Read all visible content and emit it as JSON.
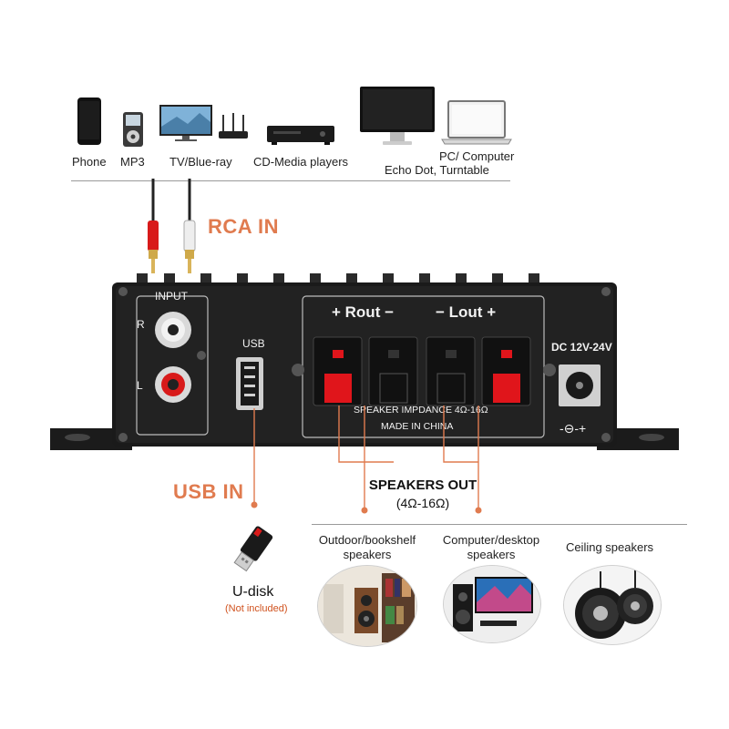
{
  "sources": {
    "phone": "Phone",
    "mp3": "MP3",
    "tv": "TV/Blue-ray",
    "cd": "CD-Media players",
    "pc_line1": "PC/ Computer",
    "pc_line2": "Echo Dot, Turntable"
  },
  "labels": {
    "rca_in": "RCA IN",
    "usb_in": "USB IN",
    "speakers_out": "SPEAKERS OUT",
    "speakers_out_range": "(4Ω-16Ω)"
  },
  "panel": {
    "input": "INPUT",
    "r": "R",
    "l": "L",
    "usb": "USB",
    "rout": "+ Rout −",
    "lout": "− Lout +",
    "impedance": "SPEAKER IMPDANCE 4Ω-16Ω",
    "made_in": "MADE IN CHINA",
    "dc": "DC 12V-24V",
    "dc_polarity": "-⊖-+"
  },
  "udisk": {
    "label": "U-disk",
    "note": "(Not included)"
  },
  "speakers": {
    "outdoor_line1": "Outdoor/bookshelf",
    "outdoor_line2": "speakers",
    "computer_line1": "Computer/desktop",
    "computer_line2": "speakers",
    "ceiling": "Ceiling speakers"
  },
  "colors": {
    "accent": "#e07b4f",
    "amp_body": "#1a1a1a",
    "terminal_red": "#e0151b"
  }
}
